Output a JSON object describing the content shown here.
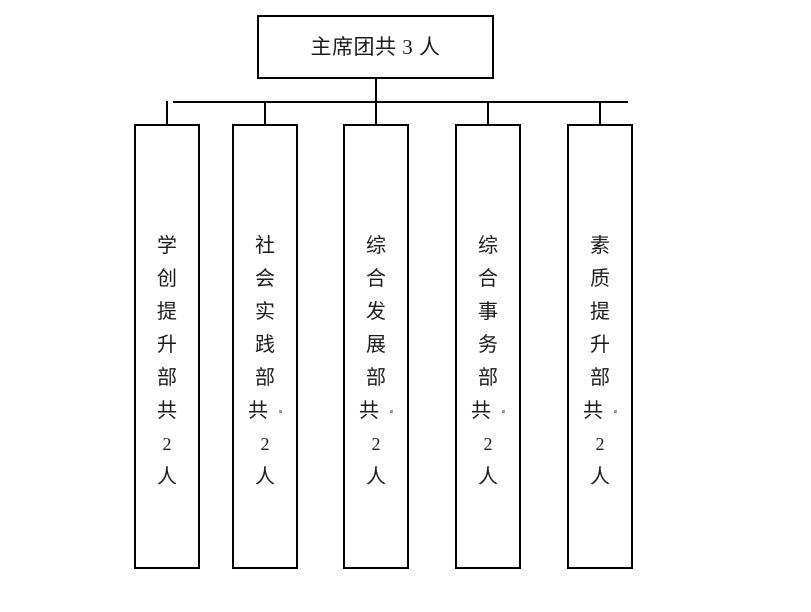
{
  "diagram": {
    "type": "organization-chart",
    "background_color": "#ffffff",
    "line_color": "#000000",
    "text_color": "#1b1b1b",
    "root": {
      "label": "主席团共 3 人",
      "organization": "主席团",
      "count": 3,
      "unit": "人"
    },
    "departments": [
      {
        "label": "学创提升部共 2 人",
        "chars": [
          "学",
          "创",
          "提",
          "升",
          "部",
          "共",
          "2",
          "人"
        ],
        "name": "学创提升部",
        "count": 2,
        "unit": "人",
        "has_space_mark": false
      },
      {
        "label": "社会实践部共 2 人",
        "chars": [
          "社",
          "会",
          "实",
          "践",
          "部",
          "共",
          "2",
          "人"
        ],
        "name": "社会实践部",
        "count": 2,
        "unit": "人",
        "has_space_mark": true
      },
      {
        "label": "综合发展部共 2 人",
        "chars": [
          "综",
          "合",
          "发",
          "展",
          "部",
          "共",
          "2",
          "人"
        ],
        "name": "综合发展部",
        "count": 2,
        "unit": "人",
        "has_space_mark": true
      },
      {
        "label": "综合事务部共 2 人",
        "chars": [
          "综",
          "合",
          "事",
          "务",
          "部",
          "共",
          "2",
          "人"
        ],
        "name": "综合事务部",
        "count": 2,
        "unit": "人",
        "has_space_mark": true
      },
      {
        "label": "素质提升部共 2 人",
        "chars": [
          "素",
          "质",
          "提",
          "升",
          "部",
          "共",
          "2",
          "人"
        ],
        "name": "素质提升部",
        "count": 2,
        "unit": "人",
        "has_space_mark": true
      }
    ]
  }
}
